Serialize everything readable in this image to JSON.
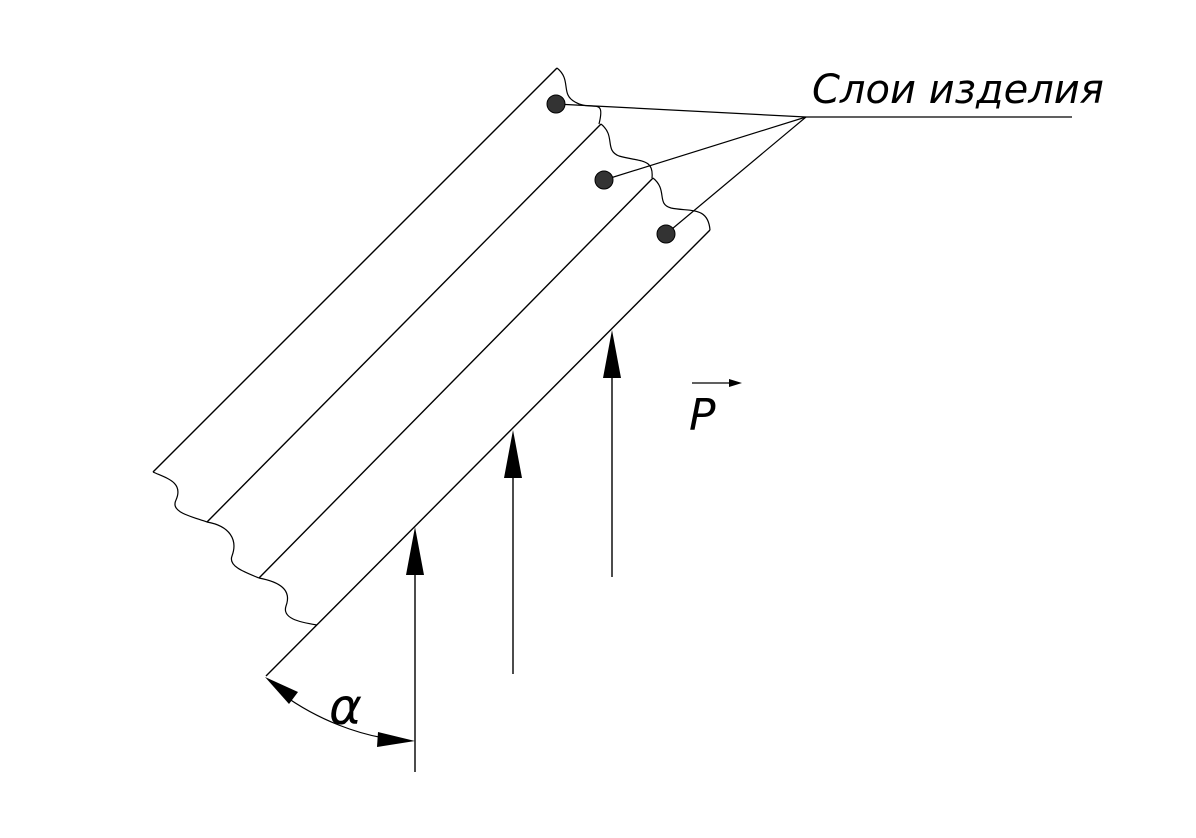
{
  "labels": {
    "layers": "Слои изделия",
    "force": "P",
    "angle": "α"
  },
  "colors": {
    "line": "#000000",
    "marker": "#333333",
    "background": "#ffffff"
  }
}
